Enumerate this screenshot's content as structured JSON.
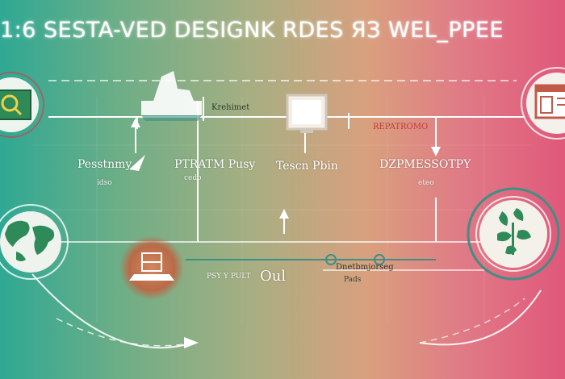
{
  "diagram": {
    "title": "1:6 SESTA-VED DESIGNK RDES ЯЗ WEL_PPEE",
    "labels": {
      "node1": "Pesstnmy",
      "node1_sub": "idso",
      "node2": "PTRATM Pusy",
      "node2_sub": "cedo",
      "node3": "Tescn Pbin",
      "node4": "DZPMESSOTPY",
      "node4_sub": "eteo",
      "top_flow": "Krehimet",
      "right_flow": "REPATROMO",
      "bottom_mid": "PSY Y PULT",
      "bottom_brand": "Oul",
      "bottom_right": "Dnetbmjorseg",
      "bottom_right_sub": "Pads"
    }
  },
  "colors": {
    "teal_left": "#2fa894",
    "pink_right": "#e0587a",
    "orange_node": "#c77a55",
    "line_white": "#ffffff",
    "line_teal": "#3e8f86",
    "icon_green": "#2e8b57"
  },
  "icons": [
    "search-window-icon",
    "world-map-icon",
    "ship-silhouette-icon",
    "computer-monitor-icon",
    "laptop-icon",
    "browser-window-icon",
    "botanical-illustration-icon"
  ]
}
